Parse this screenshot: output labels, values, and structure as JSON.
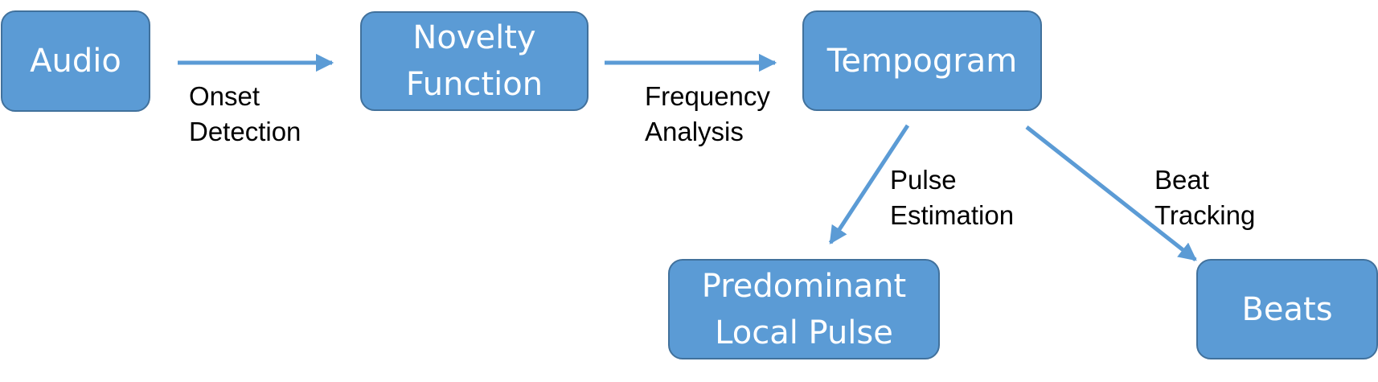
{
  "diagram": {
    "nodes": {
      "audio": "Audio",
      "novelty": "Novelty\nFunction",
      "tempogram": "Tempogram",
      "plp": "Predominant\nLocal Pulse",
      "beats": "Beats"
    },
    "edges": {
      "onset": "Onset\nDetection",
      "frequency": "Frequency\nAnalysis",
      "pulse": "Pulse\nEstimation",
      "beat": "Beat\nTracking"
    },
    "colors": {
      "node_fill": "#5b9bd5",
      "node_border": "#41719c",
      "arrow": "#5b9bd5"
    }
  }
}
